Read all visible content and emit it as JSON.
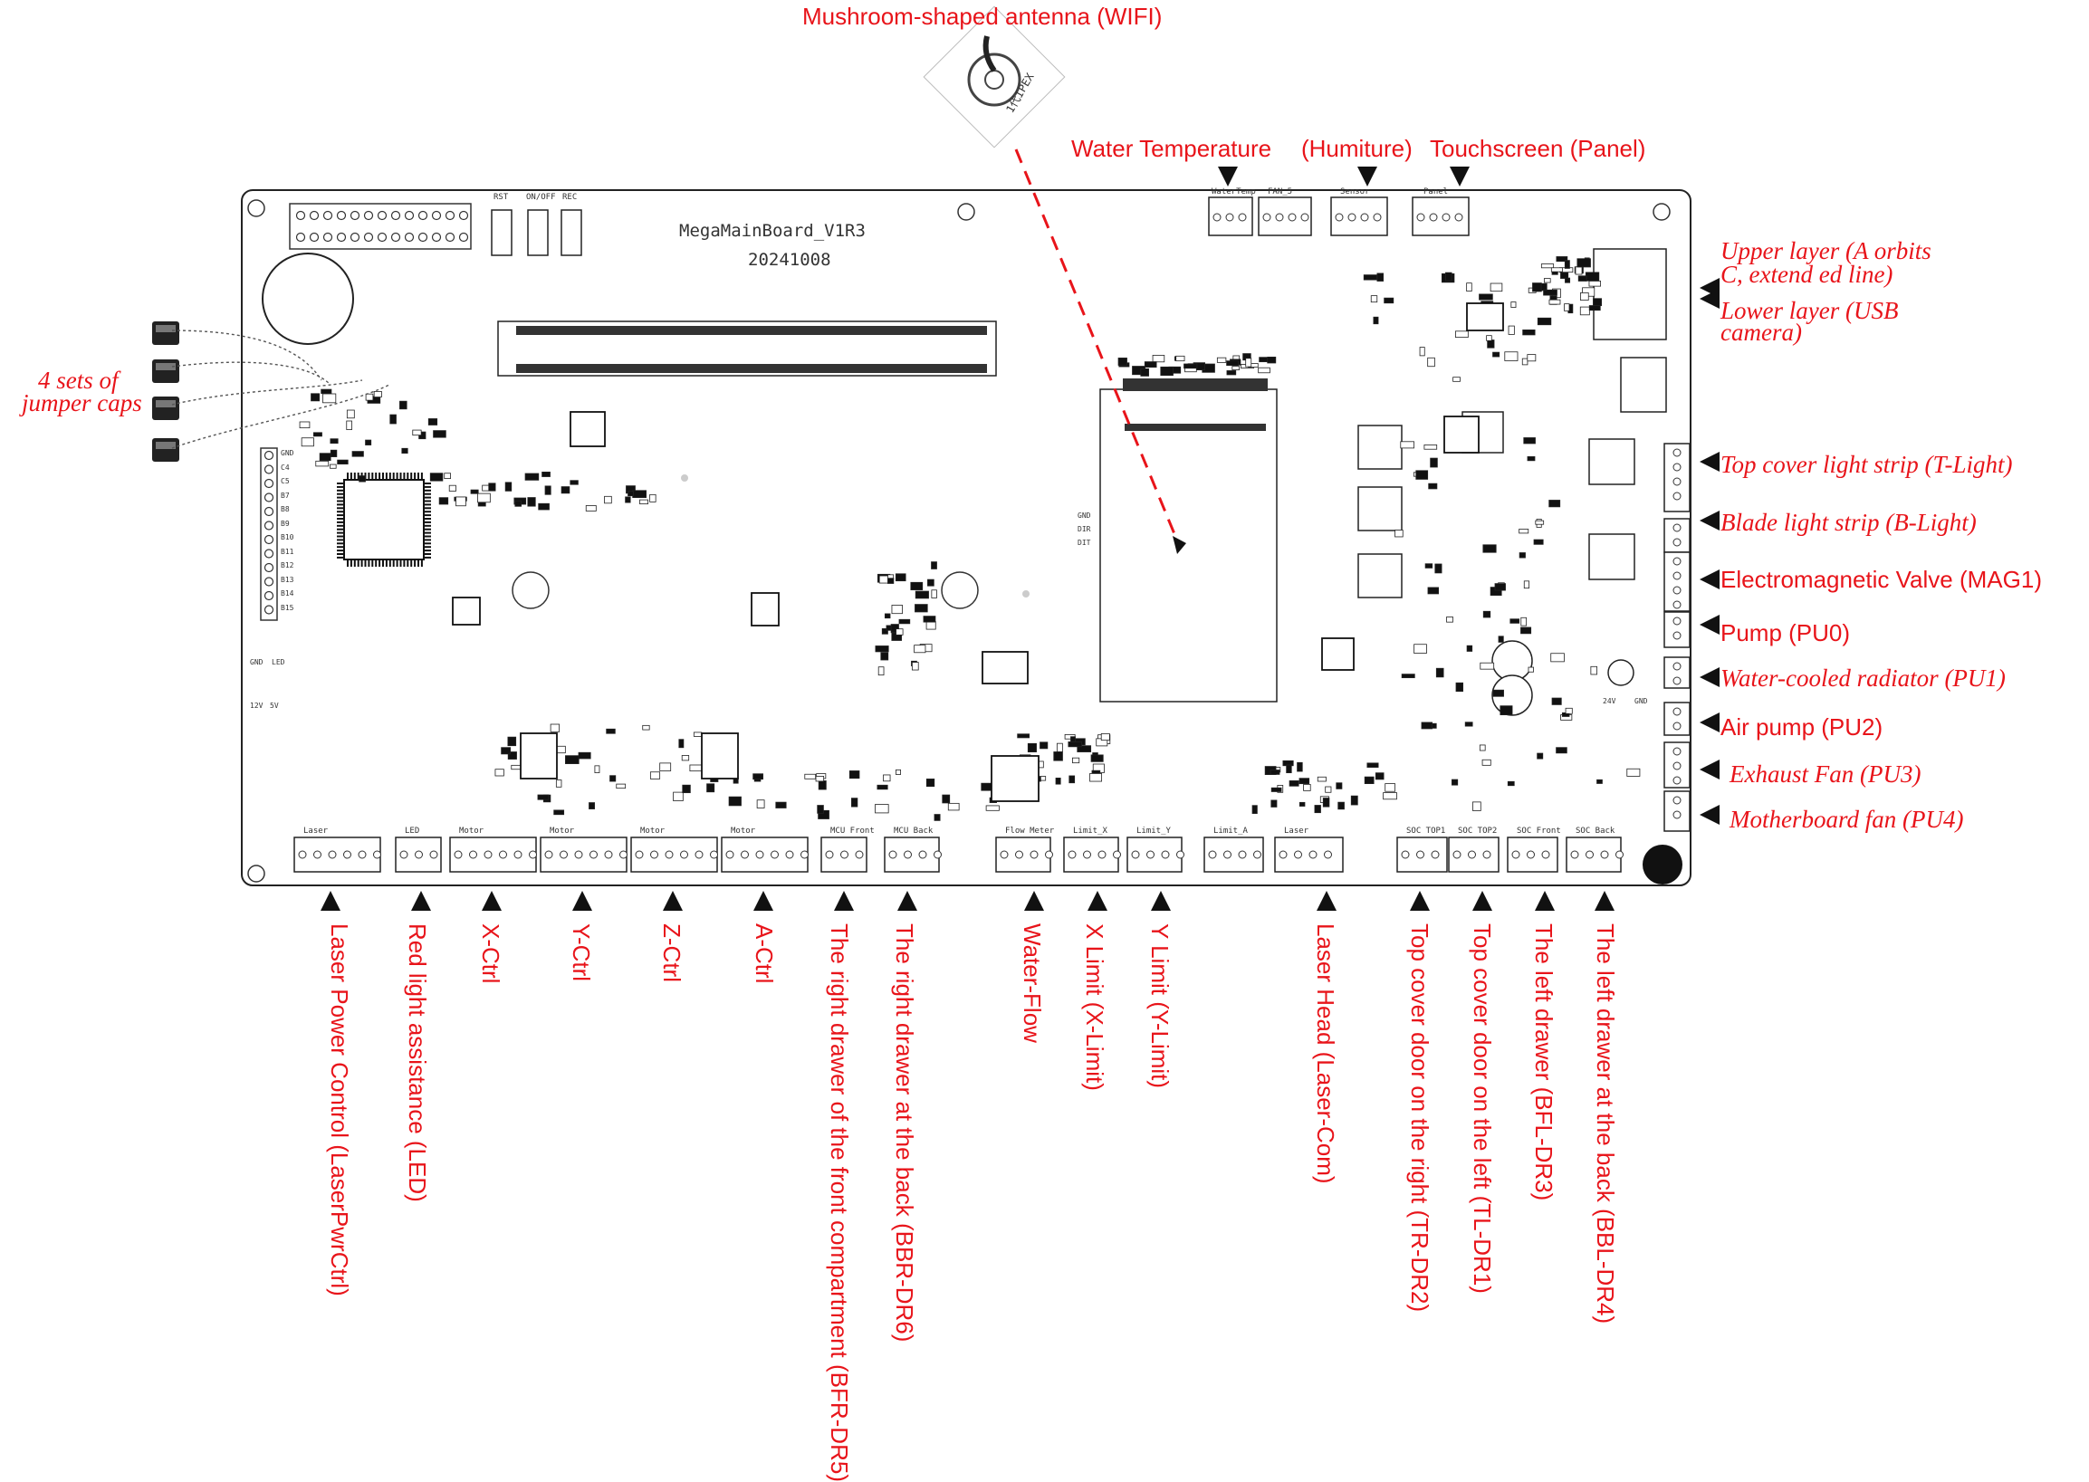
{
  "board": {
    "name": "MegaMainBoard_V1R3",
    "date": "20241008"
  },
  "antenna": {
    "label": "Mushroom-shaped antenna (WIFI)",
    "marking": "1代IPEX"
  },
  "top_labels": [
    {
      "text": "Water Temperature"
    },
    {
      "text": "(Humiture)"
    },
    {
      "text": "Touchscreen (Panel)"
    }
  ],
  "left_label": {
    "line1": "4 sets of",
    "line2": "jumper caps"
  },
  "right_labels": [
    {
      "line1": "Upper layer (A orbits",
      "line2": "C, extend ed  line)"
    },
    {
      "line1": "Lower layer (USB",
      "line2": "camera)"
    },
    {
      "text": "Top cover light strip (T-Light)"
    },
    {
      "text": "Blade light strip (B-Light)"
    },
    {
      "text": "Electromagnetic Valve (MAG1)"
    },
    {
      "text": "Pump (PU0)"
    },
    {
      "text": "Water-cooled radiator (PU1)"
    },
    {
      "text": "Air pump (PU2)"
    },
    {
      "text": "Exhaust Fan (PU3)"
    },
    {
      "text": "Motherboard fan (PU4)"
    }
  ],
  "bottom_labels": [
    {
      "text": "Laser Power Control (LaserPwrCtrl)"
    },
    {
      "text": "Red light assistance (LED)"
    },
    {
      "text": "X-Ctrl"
    },
    {
      "text": "Y-Ctrl"
    },
    {
      "text": "Z-Ctrl"
    },
    {
      "text": "A-Ctrl"
    },
    {
      "text": "The right drawer of the front compartment (BFR-DR5)"
    },
    {
      "text": "The right drawer at the back (BBR-DR6)"
    },
    {
      "text": "Water-Flow"
    },
    {
      "text": "X Limit (X-Limit)"
    },
    {
      "text": "Y Limit (Y-Limit)"
    },
    {
      "text": "Laser Head (Laser-Com)"
    },
    {
      "text": "Top cover door on the right (TR-DR2)"
    },
    {
      "text": "Top cover door on the left (TL-DR1)"
    },
    {
      "text": "The left drawer (BFL-DR3)"
    },
    {
      "text": "The left drawer at the back (BBL-DR4)"
    }
  ],
  "silkscreen": {
    "top_connectors": [
      "WaterTemp",
      "FAN_5",
      "Sensor",
      "Panel"
    ],
    "bottom_connectors": [
      "Laser",
      "LED",
      "Motor",
      "Motor",
      "Motor",
      "Motor",
      "MCU Front",
      "MCU Back",
      "Flow Meter",
      "Limit_X",
      "Limit_Y",
      "Limit_A",
      "Laser",
      "SOC TOP1",
      "SOC TOP2",
      "SOC Front",
      "SOC Back"
    ],
    "buttons": [
      "RST",
      "ON/OFF",
      "REC"
    ],
    "header_labels": [
      "GND",
      "C4",
      "C5",
      "B7",
      "B8",
      "B9",
      "B10",
      "B11",
      "B12",
      "B13",
      "B14",
      "B15"
    ],
    "misc": [
      "GND",
      "DIR",
      "DIT",
      "GND",
      "LED",
      "12V",
      "5V",
      "24V",
      "GND"
    ]
  },
  "colors": {
    "annotation": "#e8141a",
    "board_line": "#222222",
    "component": "#111111"
  }
}
